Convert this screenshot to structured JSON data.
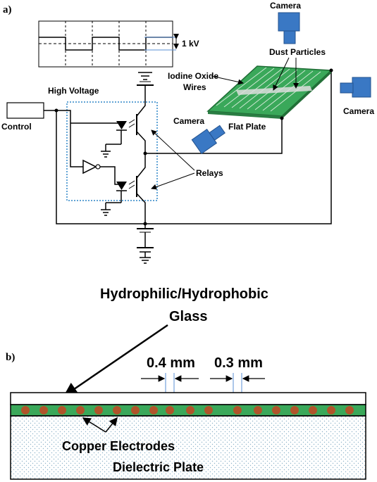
{
  "panel_a": {
    "label": "a)",
    "voltage_scale": "1 kV",
    "high_voltage": "High Voltage",
    "control": "Control",
    "relays": "Relays",
    "camera_top": "Camera",
    "camera_right": "Camera",
    "camera_left": "Camera",
    "dust_particles": "Dust Particles",
    "iodine_line1": "Iodine Oxide",
    "iodine_line2": "Wires",
    "flat_plate": "Flat Plate"
  },
  "panel_b": {
    "label": "b)",
    "glass_line1": "Hydrophilic/Hydrophobic",
    "glass_line2": "Glass",
    "gap_1": "0.4 mm",
    "gap_2": "0.3 mm",
    "electrodes": "Copper Electrodes",
    "dielectric": "Dielectric Plate"
  },
  "colors": {
    "plate_green": "#3aa85a",
    "camera_blue": "#3a78c4",
    "electrode_brown": "#b0542a",
    "relay_box_blue": "#2f86c7",
    "glass_edge_blue": "#5a8fd4"
  }
}
